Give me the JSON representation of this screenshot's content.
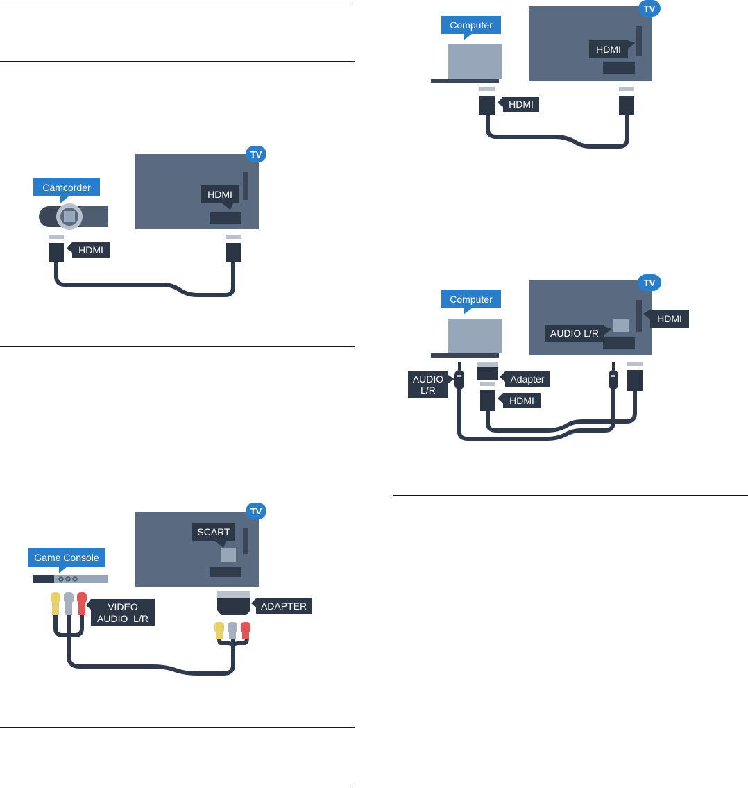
{
  "colors": {
    "tv": "#5a6a80",
    "tv_dark": "#2f3a4a",
    "slot": "#3a4658",
    "port_light": "#b9c1cc",
    "cable": "#2e3a4c",
    "connector": "#2a3442",
    "label_bg": "#2c3848",
    "label_text": "#ffffff",
    "device_tag": "#2a7ec9",
    "laptop": "#97a6b8",
    "rca_yellow": "#e8d16a",
    "rca_grey": "#a7b0bc",
    "rca_red": "#e25555"
  },
  "diagrams": {
    "camcorder": {
      "tv_badge": "TV",
      "device_tag": "Camcorder",
      "tv_port_label": "HDMI",
      "cable_label": "HDMI"
    },
    "game_console": {
      "tv_badge": "TV",
      "device_tag": "Game Console",
      "tv_port_label": "SCART",
      "cable_label_line1": "VIDEO",
      "cable_label_line2": "AUDIO  L/R",
      "adapter_label": "ADAPTER"
    },
    "computer_hdmi": {
      "tv_badge": "TV",
      "device_tag": "Computer",
      "tv_port_label": "HDMI",
      "cable_label": "HDMI"
    },
    "computer_adapter": {
      "tv_badge": "TV",
      "device_tag": "Computer",
      "tv_port_label_hdmi": "HDMI",
      "tv_port_label_audio": "AUDIO L/R",
      "audio_label_line1": "AUDIO",
      "audio_label_line2": "L/R",
      "adapter_label": "Adapter",
      "cable_label": "HDMI"
    }
  }
}
